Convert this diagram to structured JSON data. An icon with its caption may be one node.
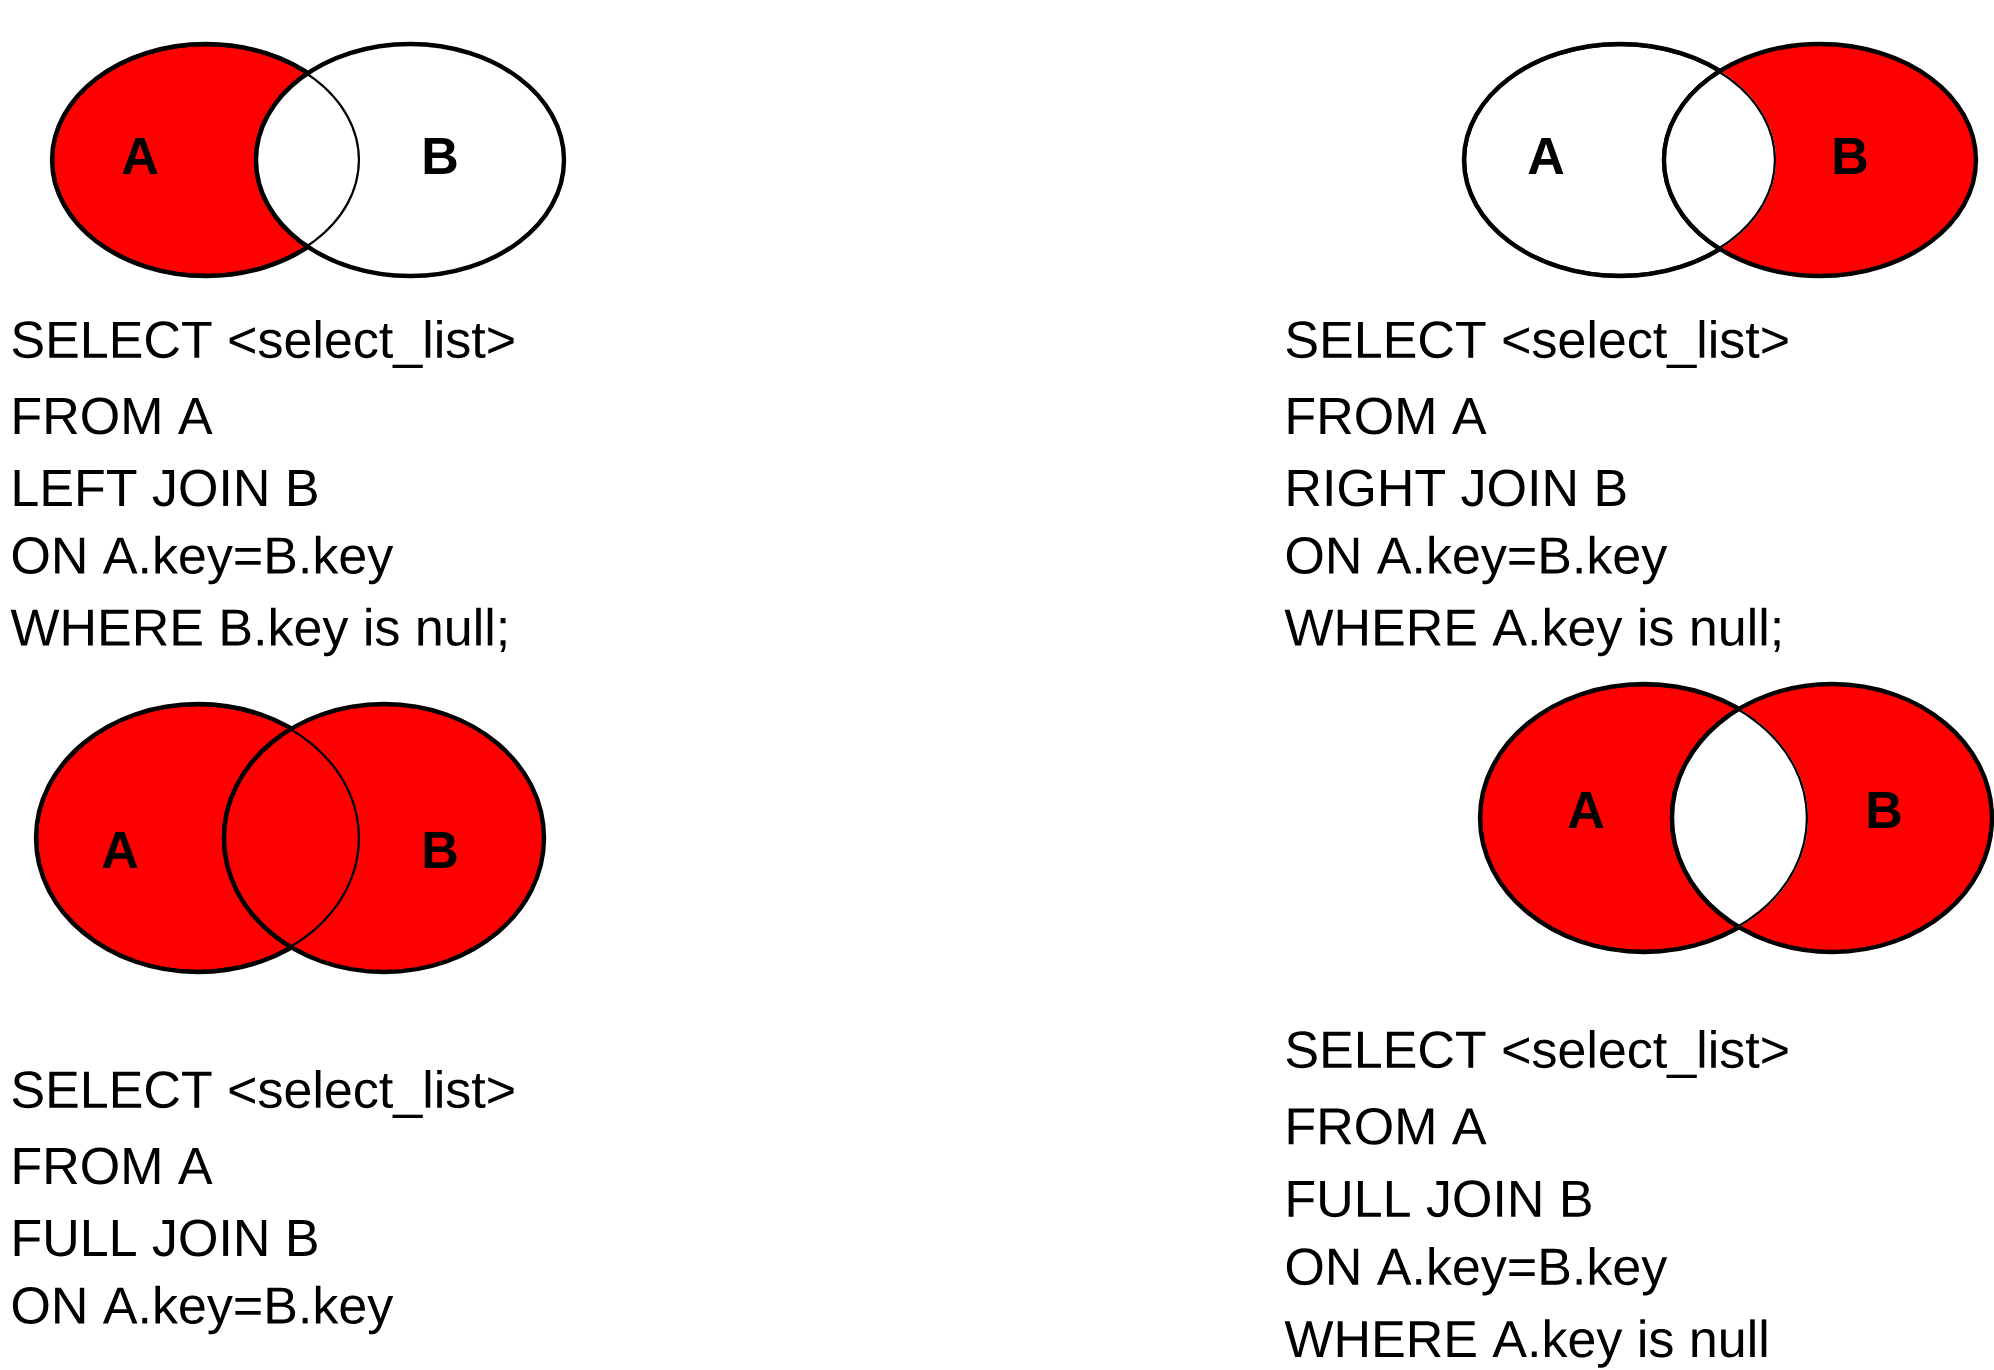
{
  "diagram": {
    "nodes": [
      {
        "text": [
          "A"
        ]
      },
      {
        "text": [
          "B"
        ]
      },
      {
        "text": [
          "A"
        ]
      },
      {
        "text": [
          "B"
        ]
      },
      {
        "text": [
          "A"
        ]
      },
      {
        "text": [
          "B"
        ]
      },
      {
        "text": [
          "A"
        ]
      },
      {
        "text": [
          "B"
        ]
      }
    ],
    "labels": [
      "SELECT <select_list>",
      "FROM A",
      "LEFT JOIN B",
      "ON  A.key=B.key",
      "WHERE B.key is null;",
      "SELECT <select_list>",
      "FROM A",
      "RIGHT JOIN B",
      "ON  A.key=B.key",
      "WHERE A.key is null;",
      "SELECT <select_list>",
      "FROM A",
      "FULL JOIN B",
      "ON  A.key=B.key",
      "SELECT <select_list>",
      "FROM A",
      "FULL JOIN B",
      "ON  A.key=B.key",
      "WHERE A.key is null"
    ]
  }
}
